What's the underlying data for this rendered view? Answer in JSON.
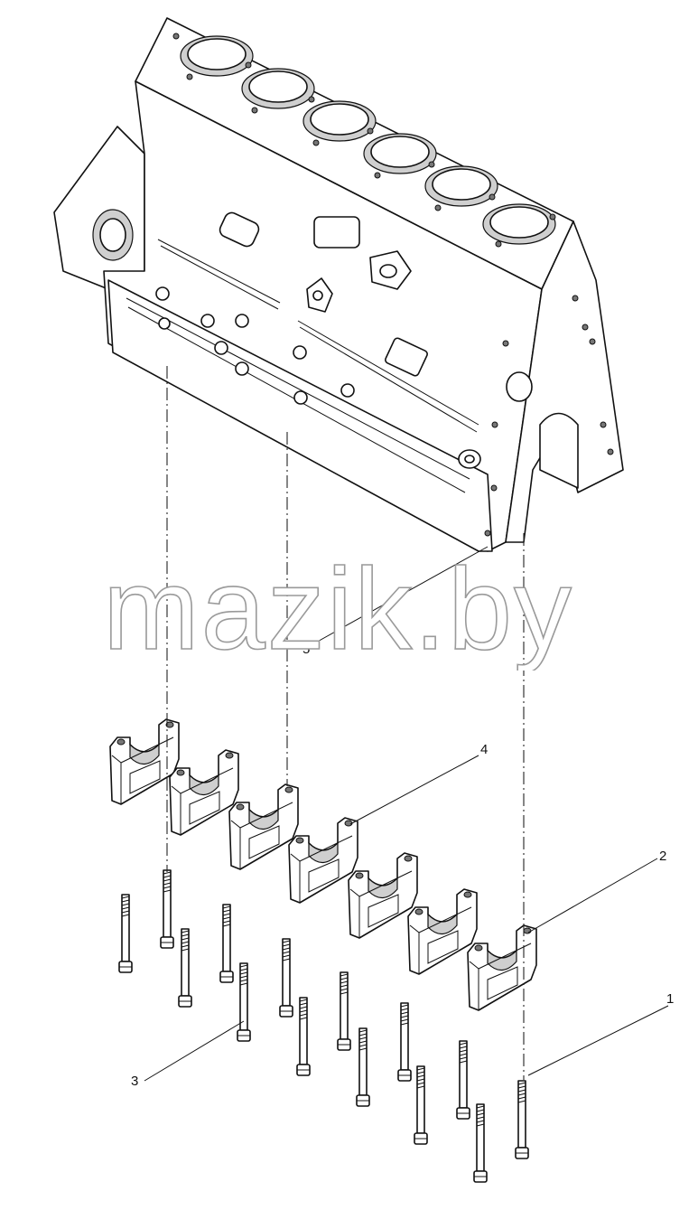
{
  "watermark": {
    "text": "mazik.by"
  },
  "callouts": [
    {
      "id": "1",
      "label": "1"
    },
    {
      "id": "2",
      "label": "2"
    },
    {
      "id": "3",
      "label": "3"
    },
    {
      "id": "4",
      "label": "4"
    },
    {
      "id": "5",
      "label": "5"
    }
  ],
  "parts": {
    "block": "cylinder-block",
    "caps": "main-bearing-cap",
    "bolts": "main-bearing-bolt"
  },
  "colors": {
    "ink": "#111111",
    "shade": "#cfcfcf",
    "watermark_stroke": "#9a9a9a"
  }
}
